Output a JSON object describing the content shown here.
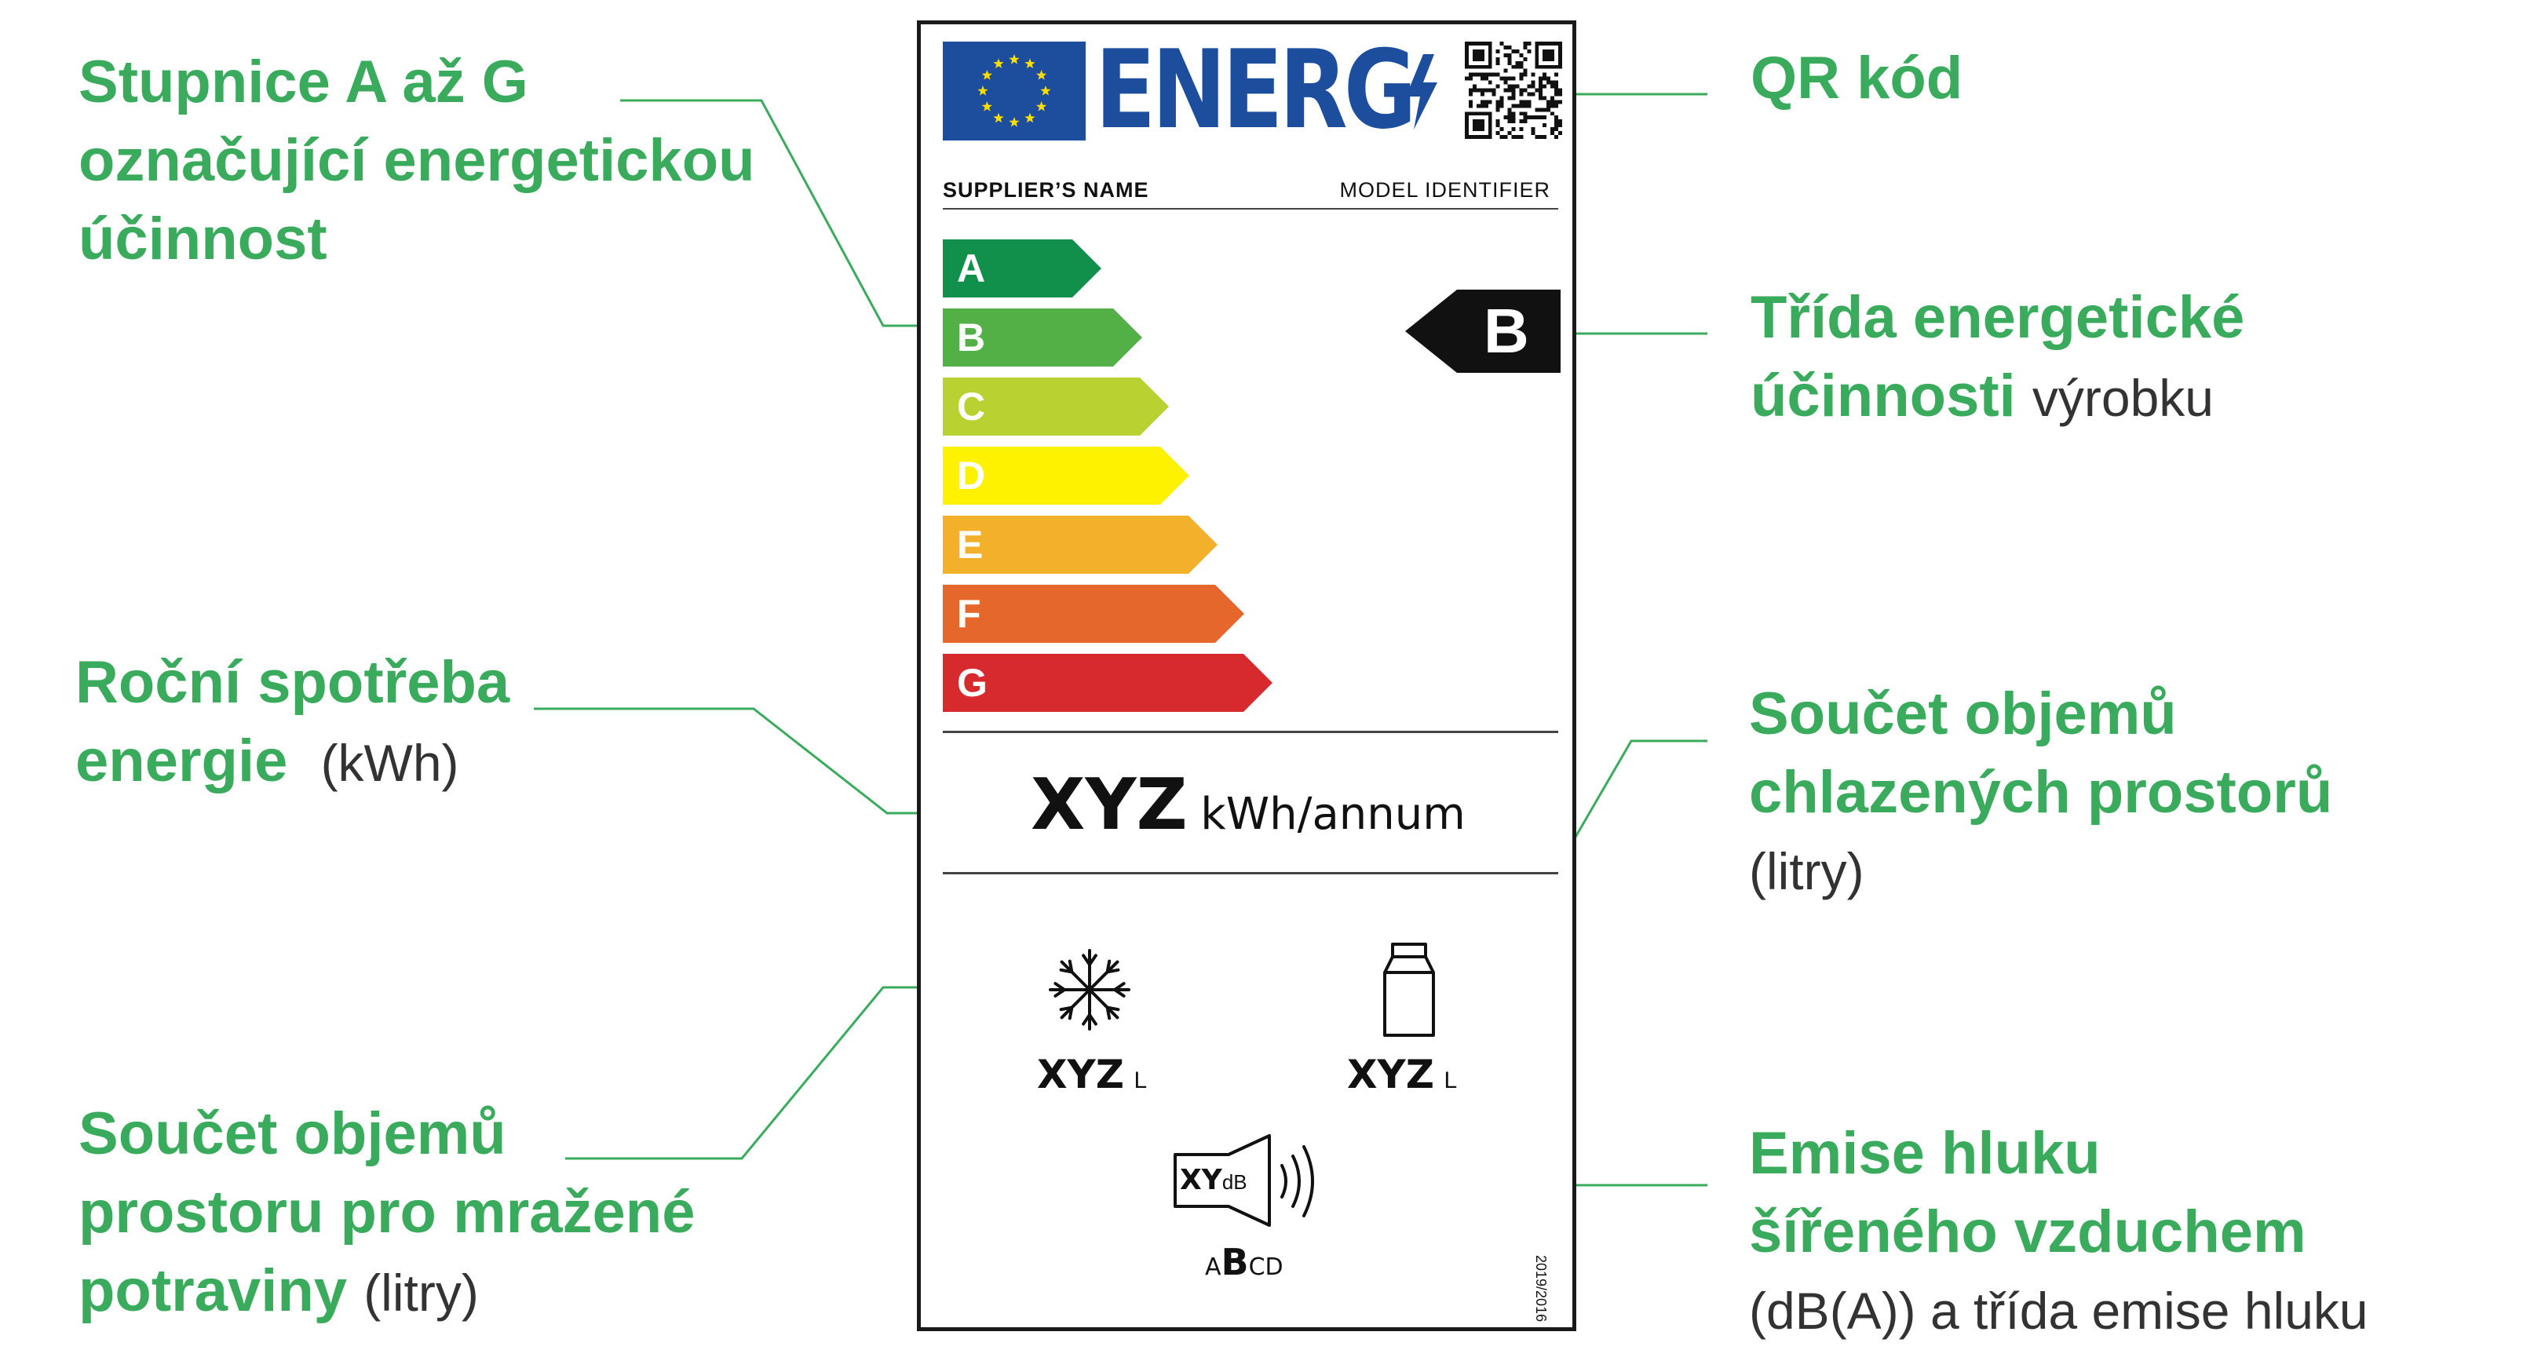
{
  "colors": {
    "accent_green": "#3aab5c",
    "eu_blue": "#1d4e9e",
    "eu_star": "#ffdd00",
    "class_A": "#10904a",
    "class_B": "#52b046",
    "class_C": "#b9d232",
    "class_D": "#fff200",
    "class_E": "#f3b02b",
    "class_F": "#e5672b",
    "class_G": "#d62a2f"
  },
  "annotations": {
    "scale": {
      "lines": [
        "Stupnice A až G",
        "označující energetickou",
        "účinnost"
      ]
    },
    "qr": {
      "title": "QR kód"
    },
    "class": {
      "line1": "Třída energetické",
      "line2_bold": "účinnosti",
      "line2_rest": "výrobku"
    },
    "energy": {
      "line1": "Roční spotřeba",
      "line2_bold": "energie",
      "line2_rest": "(kWh)"
    },
    "fridge": {
      "line1": "Součet objemů",
      "line2": "chlazených prostorů",
      "unit": "(litry)"
    },
    "freezer": {
      "line1": "Součet objemů",
      "line2": "prostoru pro mražené",
      "line3_bold": "potraviny",
      "line3_rest": "(litry)"
    },
    "noise": {
      "line1": "Emise hluku",
      "line2": "šířeného vzduchem",
      "line3": "(dB(A)) a třída emise hluku"
    }
  },
  "label": {
    "logo_text": "ENERG",
    "supplier": "SUPPLIER’S NAME",
    "model": "MODEL IDENTIFIER",
    "classes": [
      "A",
      "B",
      "C",
      "D",
      "E",
      "F",
      "G"
    ],
    "current_class": "B",
    "energy_value": "XYZ",
    "energy_unit": "kWh/annum",
    "freezer_value": "XYZ",
    "freezer_unit": "L",
    "fridge_value": "XYZ",
    "fridge_unit": "L",
    "noise_value": "XY",
    "noise_unit": "dB",
    "noise_scale": {
      "pre": "A",
      "active": "B",
      "post": "CD"
    },
    "regulation": "2019/2016"
  },
  "icons": [
    "eu-flag-icon",
    "lightning-icon",
    "qr-code-icon",
    "snowflake-icon",
    "milk-carton-icon",
    "speaker-icon",
    "sound-waves-icon"
  ]
}
